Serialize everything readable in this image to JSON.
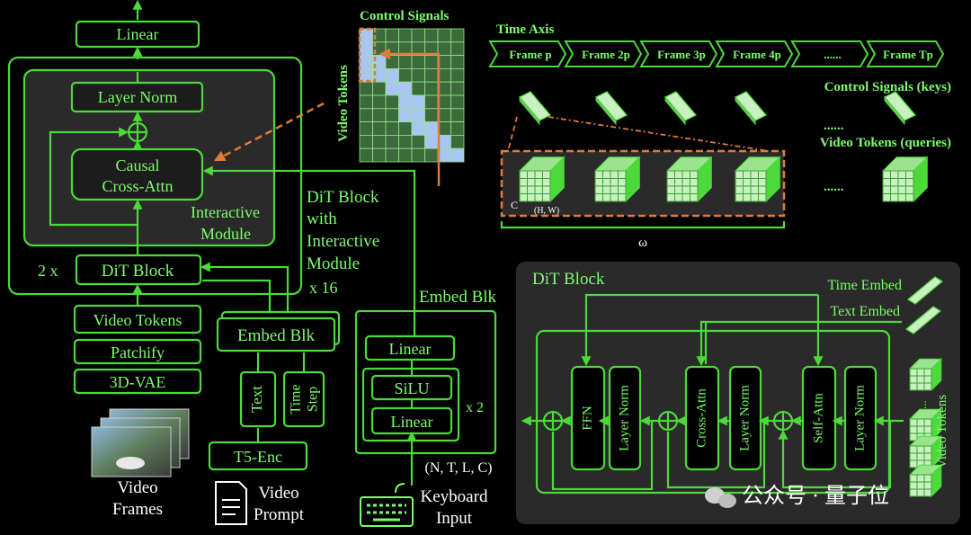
{
  "colors": {
    "green": "#4CD93A",
    "text_green": "#7CFC6C",
    "orange": "#E07A3A",
    "panel": "#2a2a2a",
    "cell_blue": "#a9c6f2",
    "cell_green": "#3b6b3a"
  },
  "left": {
    "linear": "Linear",
    "layer_norm": "Layer Norm",
    "causal": "Causal",
    "cross_attn": "Cross-Attn",
    "interactive": "Interactive",
    "module": "Module",
    "times": "2 x",
    "dit_block": "DiT Block",
    "video_tokens": "Video Tokens",
    "patchify": "Patchify",
    "vae": "3D-VAE",
    "video": "Video",
    "frames": "Frames"
  },
  "middle": {
    "dit_title": [
      "DiT Block",
      "with",
      "Interactive",
      "Module"
    ],
    "x16": "x 16",
    "embed_blk": "Embed Blk",
    "text": "Text",
    "time": "Time",
    "step": "Step",
    "t5": "T5-Enc",
    "video_prompt": [
      "Video",
      "Prompt"
    ]
  },
  "embed": {
    "title": "Embed Blk",
    "linear": "Linear",
    "silu": "SiLU",
    "linear2": "Linear",
    "x2": "x 2",
    "shape": "(N, T, L, C)",
    "keyboard": [
      "Keyboard",
      "Input"
    ]
  },
  "top": {
    "control_signals": "Control Signals",
    "video_tokens": "Video Tokens",
    "time_axis": "Time Axis",
    "frames": [
      "Frame p",
      "Frame 2p",
      "Frame 3p",
      "Frame 4p",
      "......",
      "Frame Tp"
    ],
    "keys": "Control Signals (keys)",
    "dots": "......",
    "queries": "Video Tokens (queries)",
    "c": "C",
    "hw": "(H, W)",
    "omega": "ω"
  },
  "dit": {
    "title": "DiT Block",
    "time_embed": "Time Embed",
    "text_embed": "Text Embed",
    "ffn": "FFN",
    "layer_norm": "Layer Norm",
    "cross_attn": "Cross-Attn",
    "self_attn": "Self-Attn",
    "video_tokens": "Video Tokens",
    "dots": "......"
  },
  "watermark": "公众号 · 量子位"
}
